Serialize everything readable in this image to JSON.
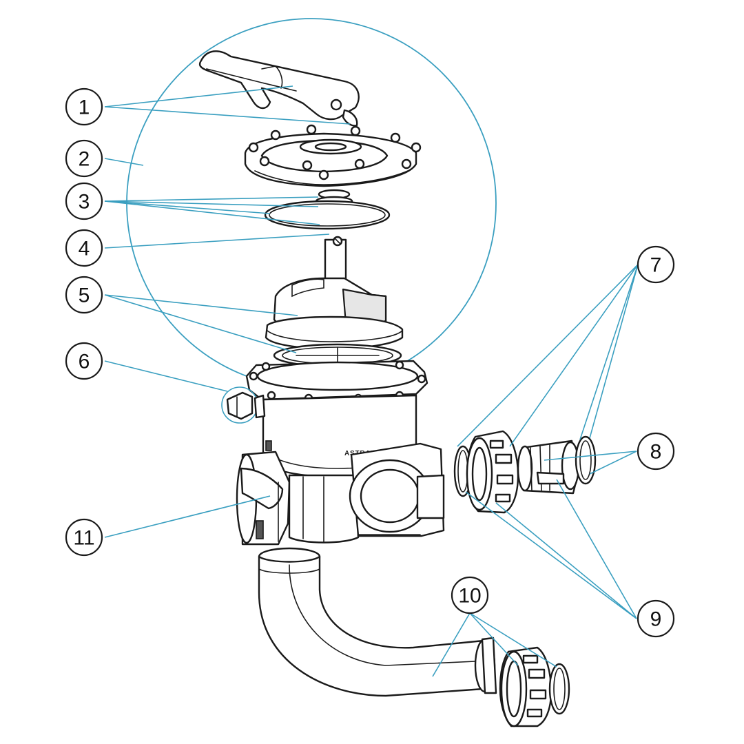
{
  "diagram": {
    "brand_label": "ASTRAPOOL",
    "callouts": [
      {
        "id": "1",
        "label": "1"
      },
      {
        "id": "2",
        "label": "2"
      },
      {
        "id": "3",
        "label": "3"
      },
      {
        "id": "4",
        "label": "4"
      },
      {
        "id": "5",
        "label": "5"
      },
      {
        "id": "6",
        "label": "6"
      },
      {
        "id": "7",
        "label": "7"
      },
      {
        "id": "8",
        "label": "8"
      },
      {
        "id": "9",
        "label": "9"
      },
      {
        "id": "10",
        "label": "10"
      },
      {
        "id": "11",
        "label": "11"
      }
    ],
    "colors": {
      "leader": "#3a9fc0",
      "outline": "#1a1a1a",
      "background": "#ffffff"
    }
  }
}
